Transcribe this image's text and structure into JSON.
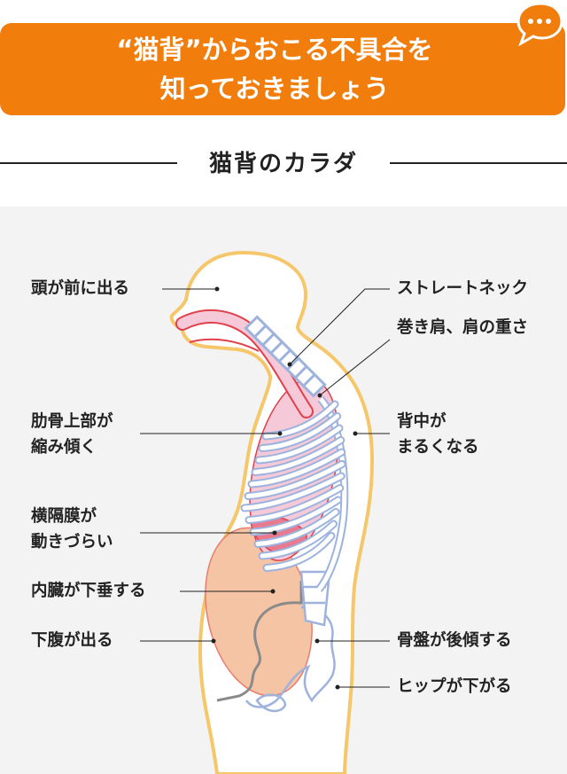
{
  "banner": {
    "title_line1": "“猫背”からおこる不具合を",
    "title_line2": "知っておきましょう",
    "bubble_icon": "speech-bubble-ellipsis-icon"
  },
  "section": {
    "title": "猫背のカラダ"
  },
  "labels": {
    "head": "頭が前に出る",
    "straight_neck": "ストレートネック",
    "shoulders": "巻き肩、肩の重さ",
    "ribs_line1": "肋骨上部が",
    "ribs_line2": "縮み傾く",
    "back_line1": "背中が",
    "back_line2": "まるくなる",
    "diaphragm_line1": "横隔膜が",
    "diaphragm_line2": "動きづらい",
    "organs": "内臓が下垂する",
    "belly": "下腹が出る",
    "pelvis": "骨盤が後傾する",
    "hip": "ヒップが下がる"
  },
  "colors": {
    "accent": "#f07d0c",
    "body_outline": "#f5c76a",
    "bone": "#9db3dd",
    "lung": "#f6c9d8",
    "organ_outline": "#e0404a",
    "abdomen": "#f5c4a5",
    "panel": "#f3f3f3"
  }
}
